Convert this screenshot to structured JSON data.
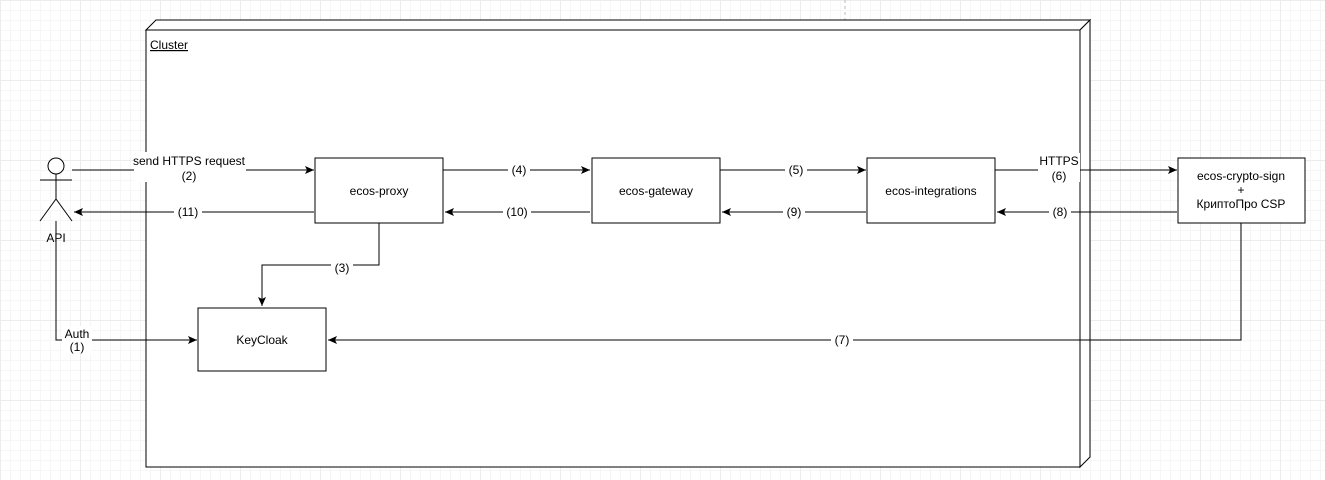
{
  "cluster": {
    "title": "Cluster"
  },
  "actor": {
    "label": "API"
  },
  "nodes": {
    "proxy": "ecos-proxy",
    "gateway": "ecos-gateway",
    "integrations": "ecos-integrations",
    "crypto": [
      "ecos-crypto-sign",
      "+",
      "КриптоПро CSP"
    ],
    "keycloak": "KeyCloak"
  },
  "edges": {
    "e1": [
      "Auth",
      "(1)"
    ],
    "e2": [
      "send HTTPS request",
      "(2)"
    ],
    "e3": "(3)",
    "e4": "(4)",
    "e5": "(5)",
    "e6": [
      "HTTPS",
      "(6)"
    ],
    "e7": "(7)",
    "e8": "(8)",
    "e9": "(9)",
    "e10": "(10)",
    "e11": "(11)"
  }
}
